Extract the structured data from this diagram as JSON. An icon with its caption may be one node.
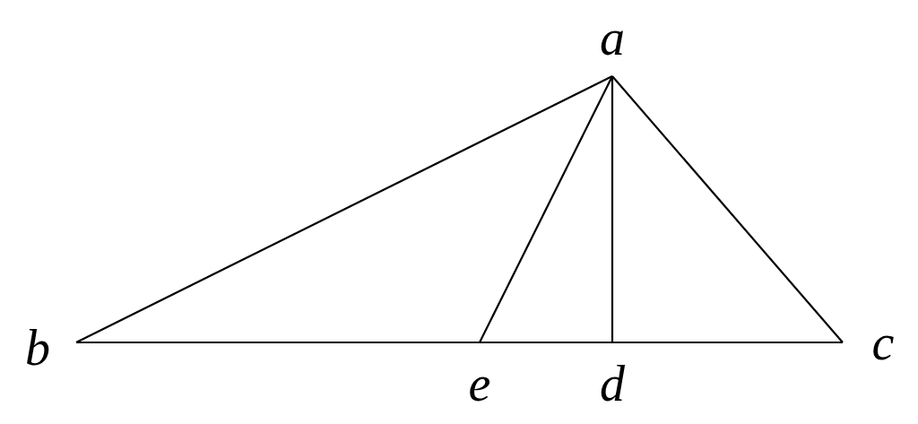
{
  "diagram": {
    "nodes": [
      {
        "text": [
          "a"
        ]
      },
      {
        "text": [
          "b"
        ]
      },
      {
        "text": [
          "c"
        ]
      },
      {
        "text": [
          "e"
        ]
      },
      {
        "text": [
          "d"
        ]
      }
    ],
    "edges": [
      {
        "from": 0,
        "to": 1,
        "arrow": "none"
      },
      {
        "from": 0,
        "to": 2,
        "arrow": "none"
      },
      {
        "from": 1,
        "to": 2,
        "arrow": "none"
      },
      {
        "from": 0,
        "to": 3,
        "arrow": "none"
      },
      {
        "from": 0,
        "to": 4,
        "arrow": "none"
      }
    ]
  }
}
